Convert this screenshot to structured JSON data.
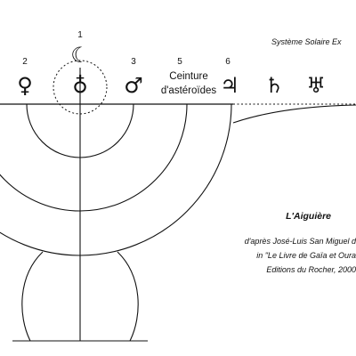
{
  "header": {
    "title": "Système Solaire Ex"
  },
  "bodies": [
    {
      "number": "1",
      "symbol": "☾",
      "icon": "moon-icon"
    },
    {
      "number": "2",
      "symbol": "♀",
      "icon": "venus-icon"
    },
    {
      "number": "",
      "symbol": "♁",
      "icon": "earth-icon"
    },
    {
      "number": "3",
      "symbol": "♂",
      "icon": "mars-icon"
    },
    {
      "number": "5",
      "label_lines": [
        "Ceinture",
        "d'astéroïdes"
      ]
    },
    {
      "number": "6",
      "symbol": "♃",
      "icon": "jupiter-icon"
    },
    {
      "number": "",
      "symbol": "♄",
      "icon": "saturn-icon"
    },
    {
      "number": "",
      "symbol": "♅",
      "icon": "uranus-icon"
    }
  ],
  "caption": {
    "title": "L'Aiguière",
    "lines": [
      "d'après José-Luis San Miguel d",
      "in \"Le Livre de Gaïa et Oura",
      "Editions du Rocher, 2000"
    ]
  }
}
